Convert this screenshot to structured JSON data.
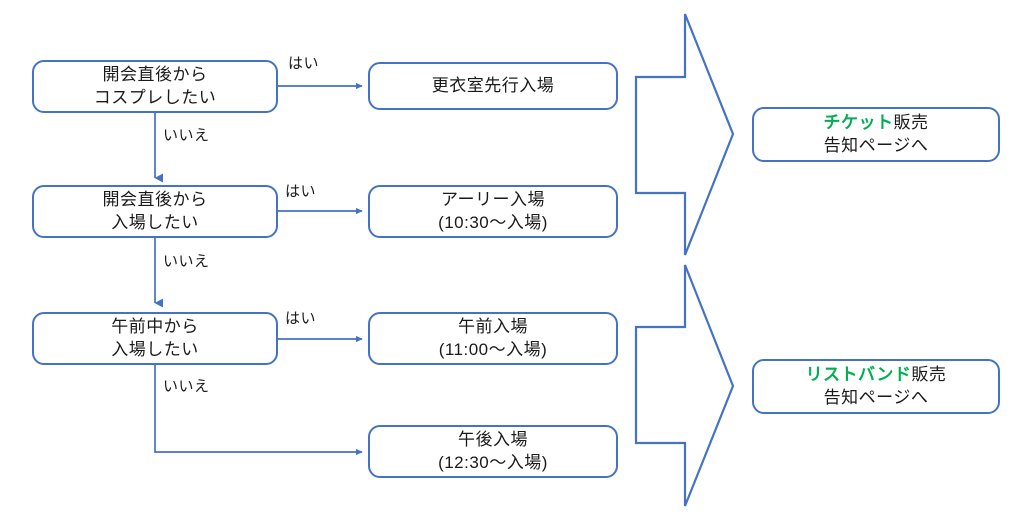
{
  "diagram": {
    "title_visible": false,
    "colors": {
      "shape_outline": "#4472C4",
      "connector": "#4472C4",
      "text": "#1A1A1A",
      "accent": "#00B050",
      "background": "#FFFFFF"
    },
    "questions": [
      {
        "id": "q1",
        "line1": "開会直後から",
        "line2": "コスプレしたい",
        "yes_label": "はい",
        "no_label": "いいえ"
      },
      {
        "id": "q2",
        "line1": "開会直後から",
        "line2": "入場したい",
        "yes_label": "はい",
        "no_label": "いいえ"
      },
      {
        "id": "q3",
        "line1": "午前中から",
        "line2": "入場したい",
        "yes_label": "はい",
        "no_label": "いいえ"
      }
    ],
    "outcomes": [
      {
        "id": "o1",
        "line1": "更衣室先行入場",
        "line2": ""
      },
      {
        "id": "o2",
        "line1": "アーリー入場",
        "line2": "(10:30〜入場)"
      },
      {
        "id": "o3",
        "line1": "午前入場",
        "line2": "(11:00〜入場)"
      },
      {
        "id": "o4",
        "line1": "午後入場",
        "line2": "(12:30〜入場)"
      }
    ],
    "destinations": [
      {
        "id": "d1",
        "accent_text": "チケット",
        "rest_text": "販売",
        "line2": "告知ページへ"
      },
      {
        "id": "d2",
        "accent_text": "リストバンド",
        "rest_text": "販売",
        "line2": "告知ページへ"
      }
    ],
    "big_arrows": [
      {
        "id": "a1",
        "direction": "right"
      },
      {
        "id": "a2",
        "direction": "right"
      }
    ]
  }
}
